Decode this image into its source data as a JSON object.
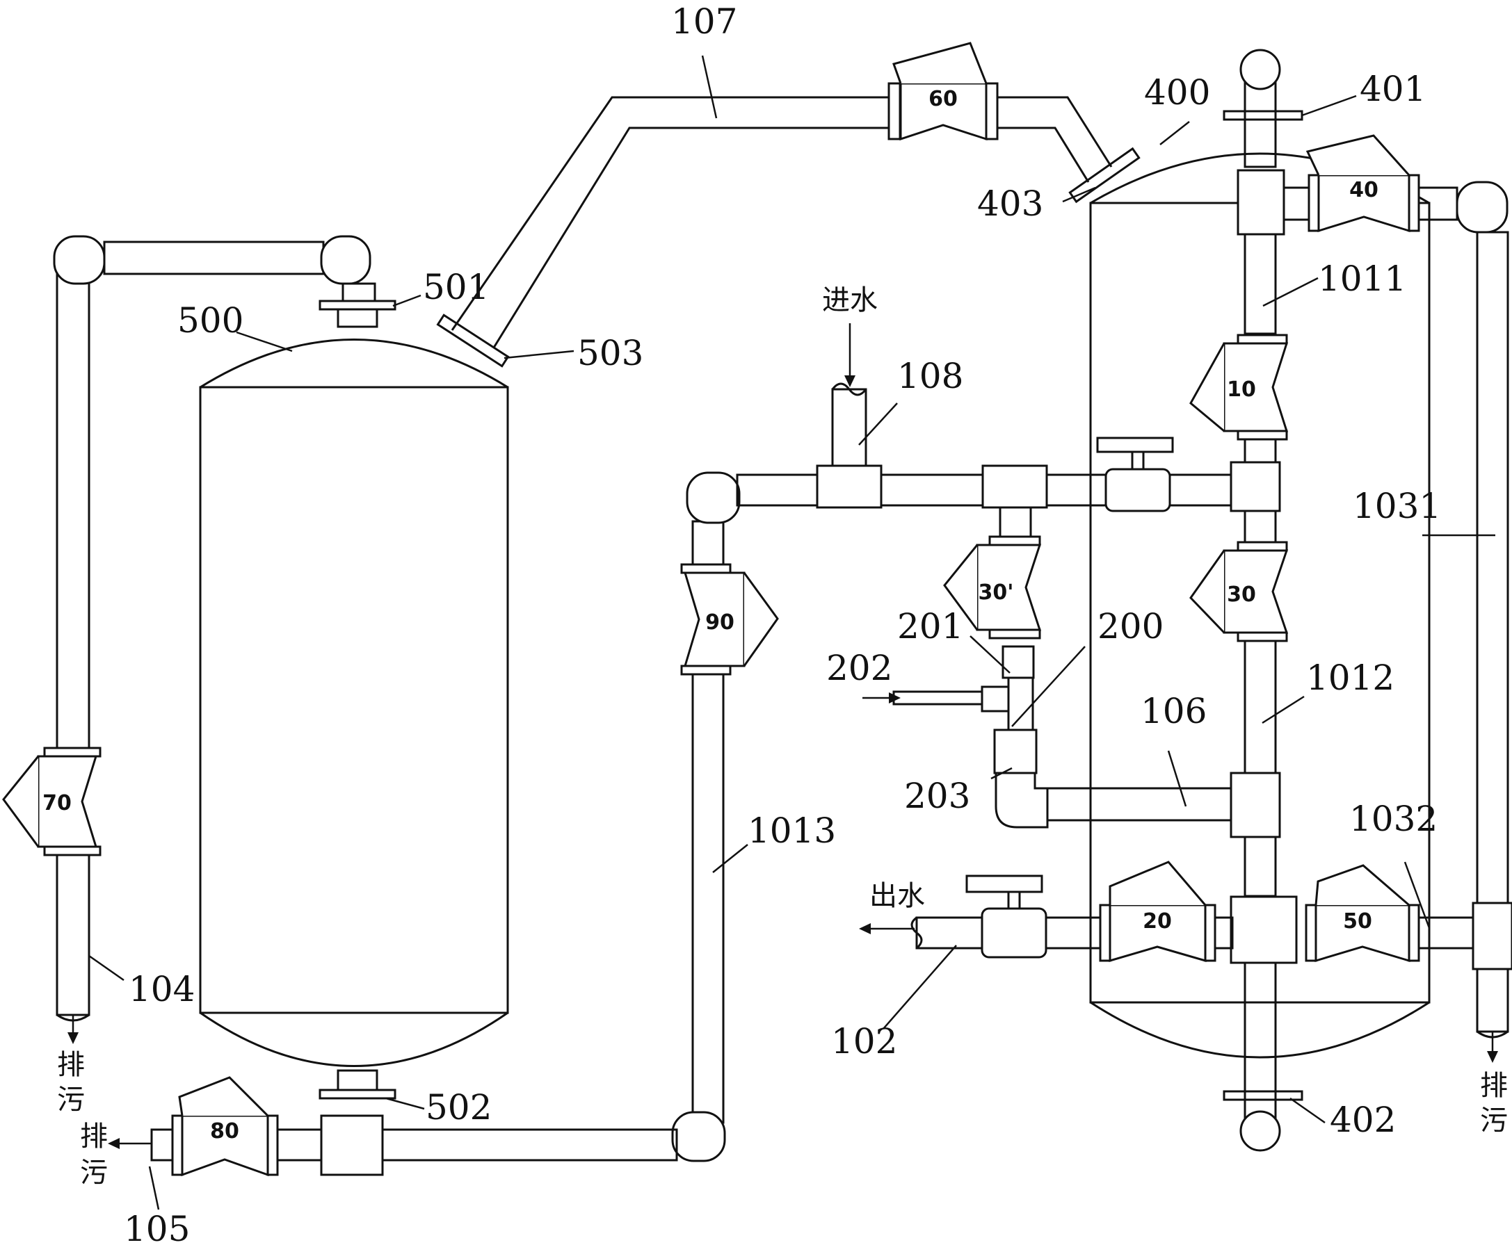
{
  "colors": {
    "line": "#111111",
    "background": "#ffffff"
  },
  "labels": {
    "t500": "500",
    "t501": "501",
    "t502": "502",
    "t503": "503",
    "t400": "400",
    "t401": "401",
    "t402": "402",
    "t403": "403",
    "t107": "107",
    "t108": "108",
    "t104": "104",
    "t105": "105",
    "t106": "106",
    "t102": "102",
    "t1011": "1011",
    "t1012": "1012",
    "t1013": "1013",
    "t1031": "1031",
    "t1032": "1032",
    "t200": "200",
    "t201": "201",
    "t202": "202",
    "t203": "203"
  },
  "valves": {
    "v10": "10",
    "v20": "20",
    "v30": "30",
    "v30p": "30'",
    "v40": "40",
    "v50": "50",
    "v60": "60",
    "v70": "70",
    "v80": "80",
    "v90": "90"
  },
  "annotations": {
    "inlet": "进水",
    "outlet": "出水",
    "drain_left_1": "排",
    "drain_left_2": "污",
    "drain_bottom_1": "排",
    "drain_bottom_2": "污",
    "drain_right_1": "排",
    "drain_right_2": "污"
  }
}
